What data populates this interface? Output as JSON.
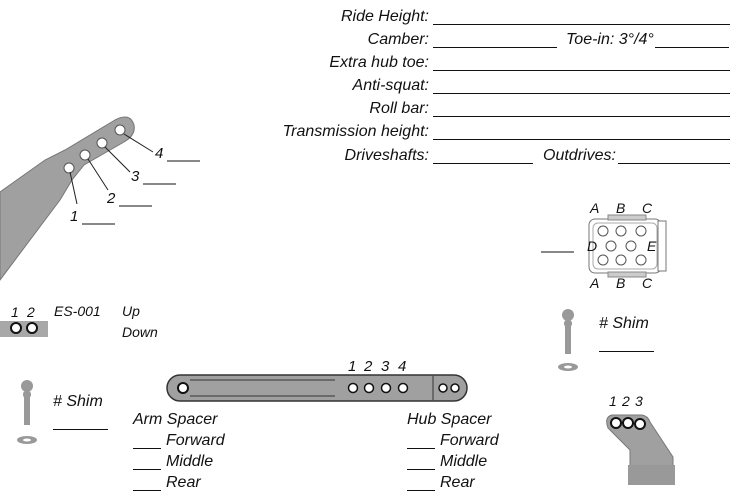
{
  "form": {
    "ride_height": "Ride Height:",
    "camber": "Camber:",
    "toe_in": "Toe-in: 3°/4°",
    "extra_hub_toe": "Extra hub toe:",
    "anti_squat": "Anti-squat:",
    "roll_bar": "Roll bar:",
    "transmission_height": "Transmission height:",
    "driveshafts": "Driveshafts:",
    "outdrives": "Outdrives:"
  },
  "upper_arm": {
    "holes": [
      "1",
      "2",
      "3",
      "4"
    ]
  },
  "connector": {
    "top": [
      "A",
      "B",
      "C"
    ],
    "middle": [
      "D",
      "E"
    ],
    "bottom": [
      "A",
      "B",
      "C"
    ]
  },
  "es_block": {
    "holes": [
      "1",
      "2"
    ],
    "part": "ES-001",
    "up": "Up",
    "down": "Down"
  },
  "shim_right": {
    "label": "# Shim"
  },
  "shim_left": {
    "label": "# Shim"
  },
  "link": {
    "holes": [
      "1",
      "2",
      "3",
      "4"
    ]
  },
  "arm_spacer": {
    "title": "Arm Spacer",
    "options": [
      "Forward",
      "Middle",
      "Rear"
    ]
  },
  "hub_spacer": {
    "title": "Hub Spacer",
    "options": [
      "Forward",
      "Middle",
      "Rear"
    ]
  },
  "bracket": {
    "holes": [
      "1",
      "2",
      "3"
    ]
  }
}
